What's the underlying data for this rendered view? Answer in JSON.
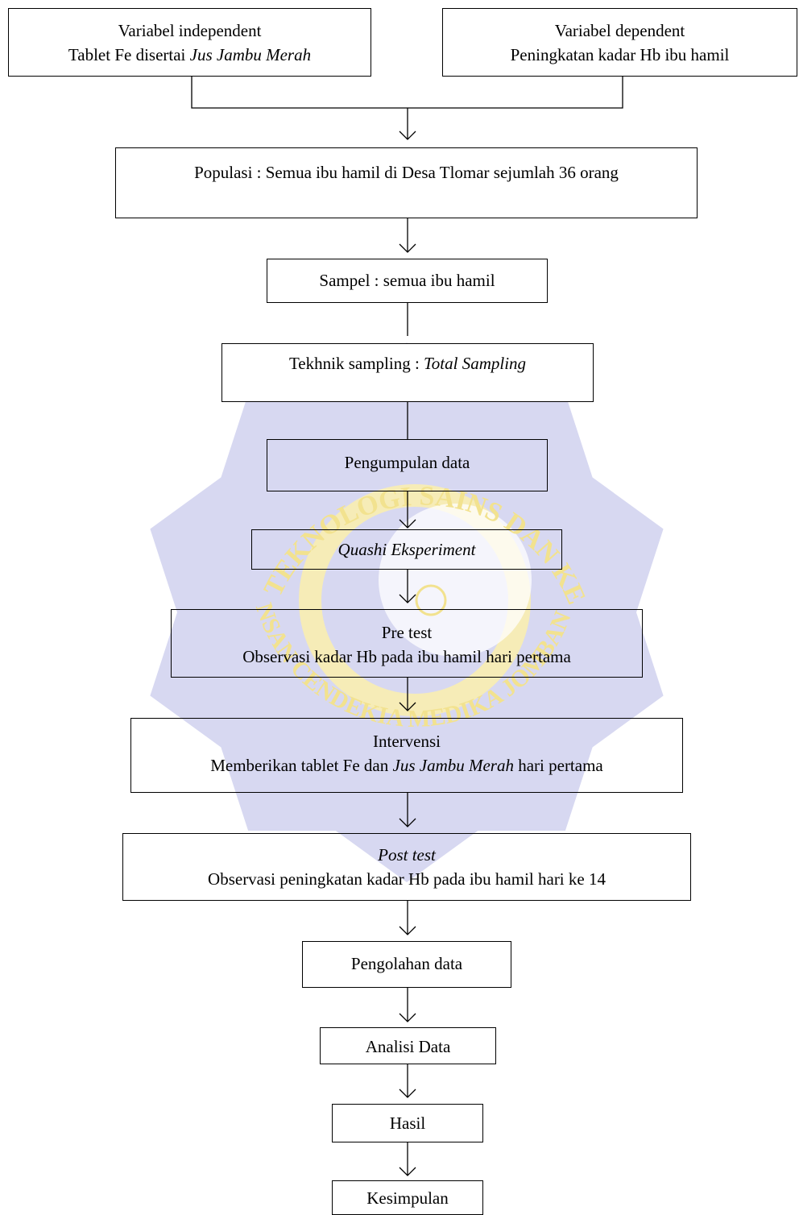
{
  "diagram": {
    "independent": {
      "title": "Variabel independent",
      "line_plain": "Tablet Fe disertai ",
      "line_italic": "Jus Jambu Merah"
    },
    "dependent": {
      "title": "Variabel dependent",
      "line": "Peningkatan kadar Hb ibu hamil"
    },
    "populasi": "Populasi : Semua ibu hamil di Desa Tlomar sejumlah 36 orang",
    "sampel": "Sampel : semua ibu hamil",
    "teknik": {
      "plain": "Tekhnik sampling : ",
      "italic": "Total Sampling"
    },
    "pengumpulan": "Pengumpulan data",
    "desain": "Quashi Eksperiment",
    "pretest": {
      "title": "Pre test",
      "line": "Observasi kadar Hb pada ibu hamil hari pertama"
    },
    "intervensi": {
      "title": "Intervensi",
      "line_a": "Memberikan tablet Fe dan ",
      "line_italic": "Jus Jambu Merah",
      "line_b": " hari pertama"
    },
    "posttest": {
      "title": "Post test",
      "line": "Observasi peningkatan kadar Hb pada ibu hamil hari ke 14"
    },
    "pengolahan": "Pengolahan data",
    "analisis": "Analisi Data",
    "hasil": "Hasil",
    "kesimpulan": "Kesimpulan"
  },
  "watermark": {
    "text_top": "INSTITUT TEKNOLOGI SAINS DAN KESEHATAN",
    "text_bottom": "INSAN CENDEKIA MEDIKA JOMBANG",
    "colors": {
      "fill": "#d7d8f1",
      "ring": "#f6ecb7",
      "text": "#f2e28f"
    }
  }
}
